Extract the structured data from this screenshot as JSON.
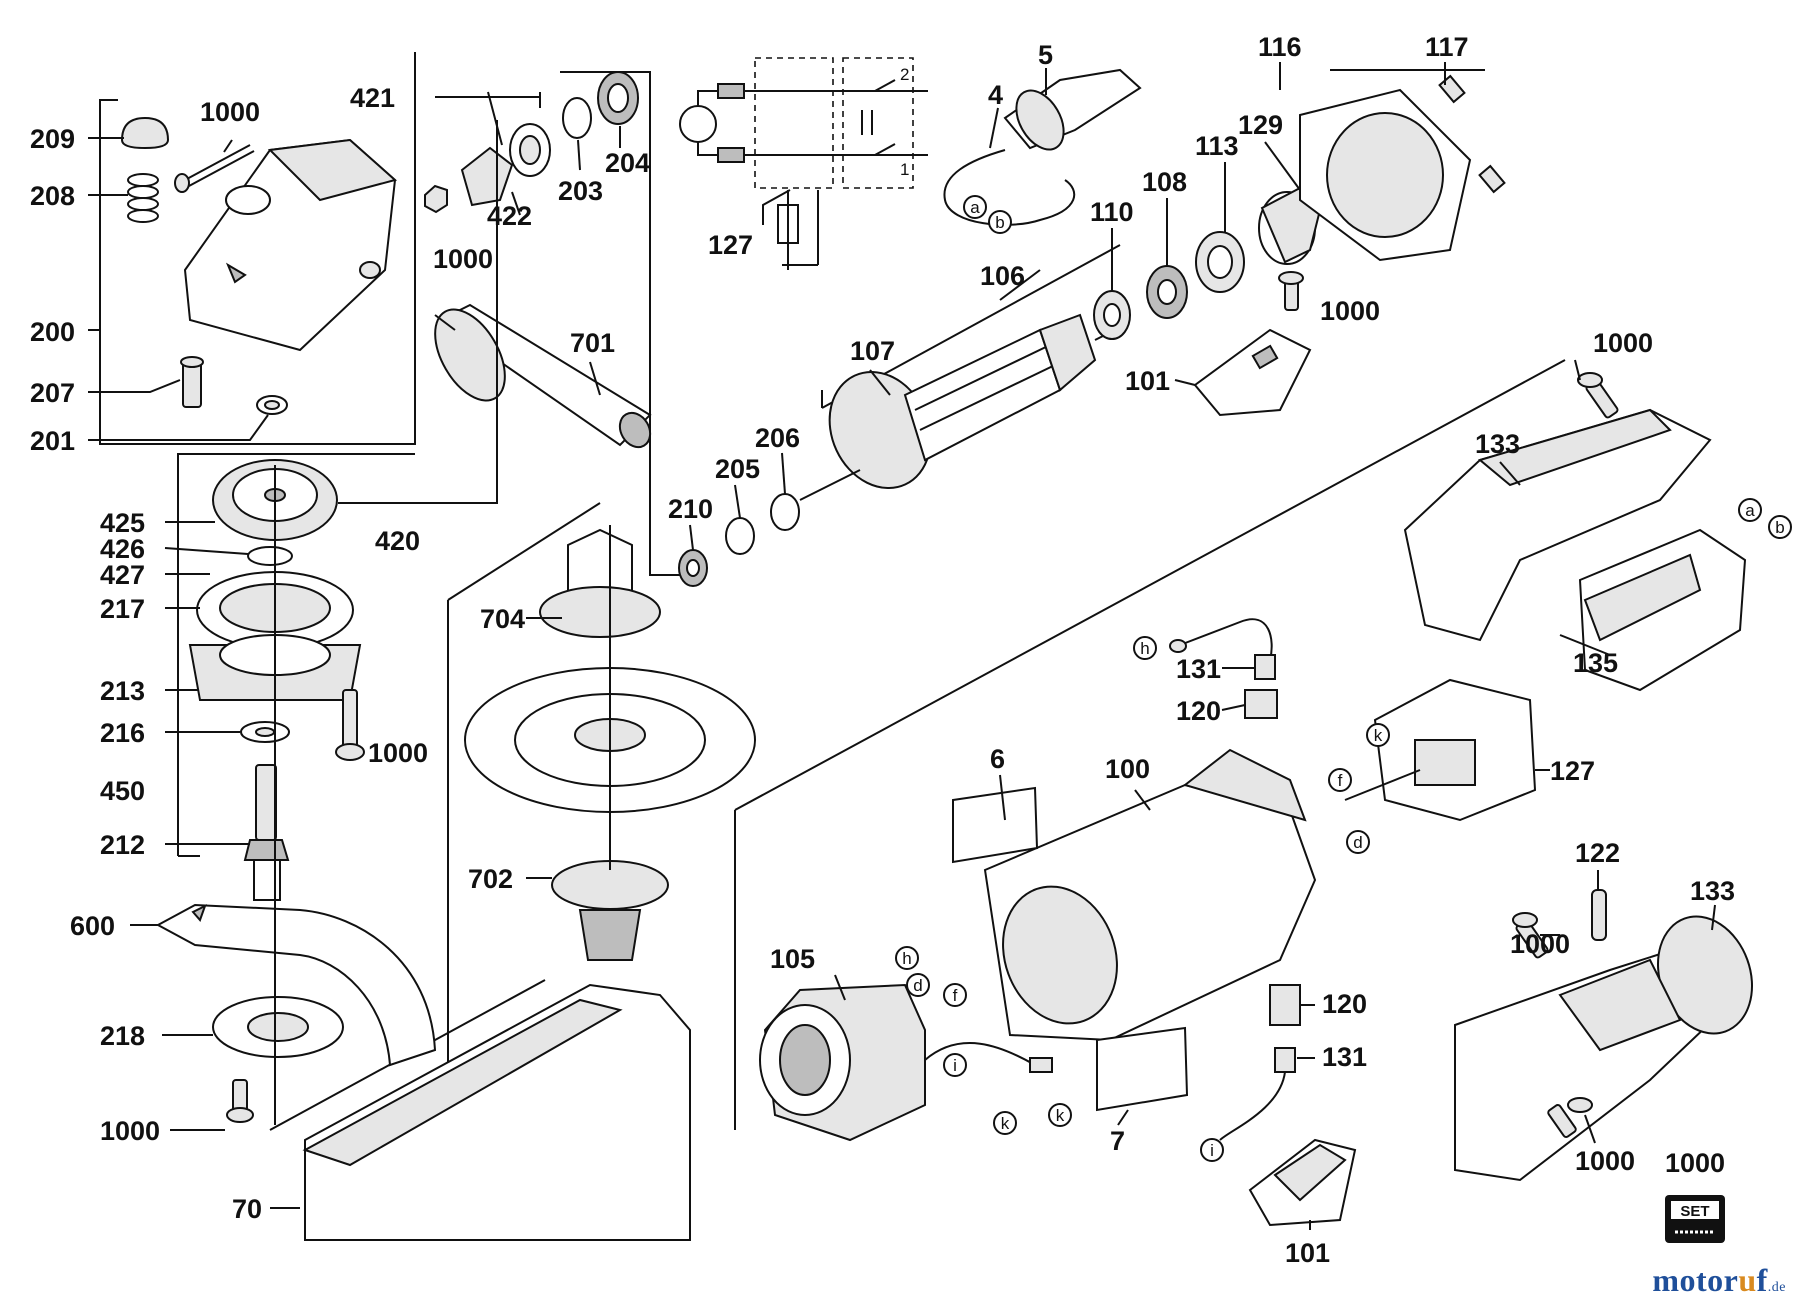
{
  "labels": [
    {
      "id": "209",
      "text": "209"
    },
    {
      "id": "1000a",
      "text": "1000"
    },
    {
      "id": "208",
      "text": "208"
    },
    {
      "id": "200",
      "text": "200"
    },
    {
      "id": "207",
      "text": "207"
    },
    {
      "id": "201",
      "text": "201"
    },
    {
      "id": "421",
      "text": "421"
    },
    {
      "id": "1000b",
      "text": "1000"
    },
    {
      "id": "422",
      "text": "422"
    },
    {
      "id": "203",
      "text": "203"
    },
    {
      "id": "204",
      "text": "204"
    },
    {
      "id": "701",
      "text": "701"
    },
    {
      "id": "420",
      "text": "420"
    },
    {
      "id": "425",
      "text": "425"
    },
    {
      "id": "426",
      "text": "426"
    },
    {
      "id": "427",
      "text": "427"
    },
    {
      "id": "217",
      "text": "217"
    },
    {
      "id": "213",
      "text": "213"
    },
    {
      "id": "216",
      "text": "216"
    },
    {
      "id": "1000c",
      "text": "1000"
    },
    {
      "id": "450",
      "text": "450"
    },
    {
      "id": "212",
      "text": "212"
    },
    {
      "id": "600",
      "text": "600"
    },
    {
      "id": "218",
      "text": "218"
    },
    {
      "id": "1000d",
      "text": "1000"
    },
    {
      "id": "70",
      "text": "70"
    },
    {
      "id": "127a",
      "text": "127"
    },
    {
      "id": "5",
      "text": "5"
    },
    {
      "id": "4",
      "text": "4"
    },
    {
      "id": "116",
      "text": "116"
    },
    {
      "id": "117",
      "text": "117"
    },
    {
      "id": "129",
      "text": "129"
    },
    {
      "id": "113",
      "text": "113"
    },
    {
      "id": "108",
      "text": "108"
    },
    {
      "id": "110",
      "text": "110"
    },
    {
      "id": "106",
      "text": "106"
    },
    {
      "id": "1000e",
      "text": "1000"
    },
    {
      "id": "101a",
      "text": "101"
    },
    {
      "id": "107",
      "text": "107"
    },
    {
      "id": "206",
      "text": "206"
    },
    {
      "id": "205",
      "text": "205"
    },
    {
      "id": "210",
      "text": "210"
    },
    {
      "id": "704",
      "text": "704"
    },
    {
      "id": "702",
      "text": "702"
    },
    {
      "id": "1000f",
      "text": "1000"
    },
    {
      "id": "133a",
      "text": "133"
    },
    {
      "id": "135",
      "text": "135"
    },
    {
      "id": "131a",
      "text": "131"
    },
    {
      "id": "120a",
      "text": "120"
    },
    {
      "id": "127b",
      "text": "127"
    },
    {
      "id": "6",
      "text": "6"
    },
    {
      "id": "100",
      "text": "100"
    },
    {
      "id": "105",
      "text": "105"
    },
    {
      "id": "120b",
      "text": "120"
    },
    {
      "id": "131b",
      "text": "131"
    },
    {
      "id": "7",
      "text": "7"
    },
    {
      "id": "101b",
      "text": "101"
    },
    {
      "id": "122",
      "text": "122"
    },
    {
      "id": "133b",
      "text": "133"
    },
    {
      "id": "1000g",
      "text": "1000"
    },
    {
      "id": "1000h",
      "text": "1000"
    },
    {
      "id": "1000i",
      "text": "1000"
    }
  ],
  "wire_letters": [
    {
      "id": "w-a1",
      "text": "a"
    },
    {
      "id": "w-b1",
      "text": "b"
    },
    {
      "id": "w-a2",
      "text": "a"
    },
    {
      "id": "w-b2",
      "text": "b"
    },
    {
      "id": "w-h1",
      "text": "h"
    },
    {
      "id": "w-k1",
      "text": "k"
    },
    {
      "id": "w-f1",
      "text": "f"
    },
    {
      "id": "w-d1",
      "text": "d"
    },
    {
      "id": "w-h2",
      "text": "h"
    },
    {
      "id": "w-d2",
      "text": "d"
    },
    {
      "id": "w-f2",
      "text": "f"
    },
    {
      "id": "w-i1",
      "text": "i"
    },
    {
      "id": "w-k2",
      "text": "k"
    },
    {
      "id": "w-k3",
      "text": "k"
    },
    {
      "id": "w-i2",
      "text": "i"
    }
  ],
  "schematic_terminals": {
    "t1": "1",
    "t2": "2"
  },
  "set_badge": "SET",
  "watermark": {
    "brand_start": "motor",
    "dot": "u",
    "brand_end": "f",
    "tld": ".de"
  },
  "colors": {
    "ink": "#111111",
    "watermark_blue": "#1f4f9a",
    "watermark_orange": "#d98a1f"
  }
}
